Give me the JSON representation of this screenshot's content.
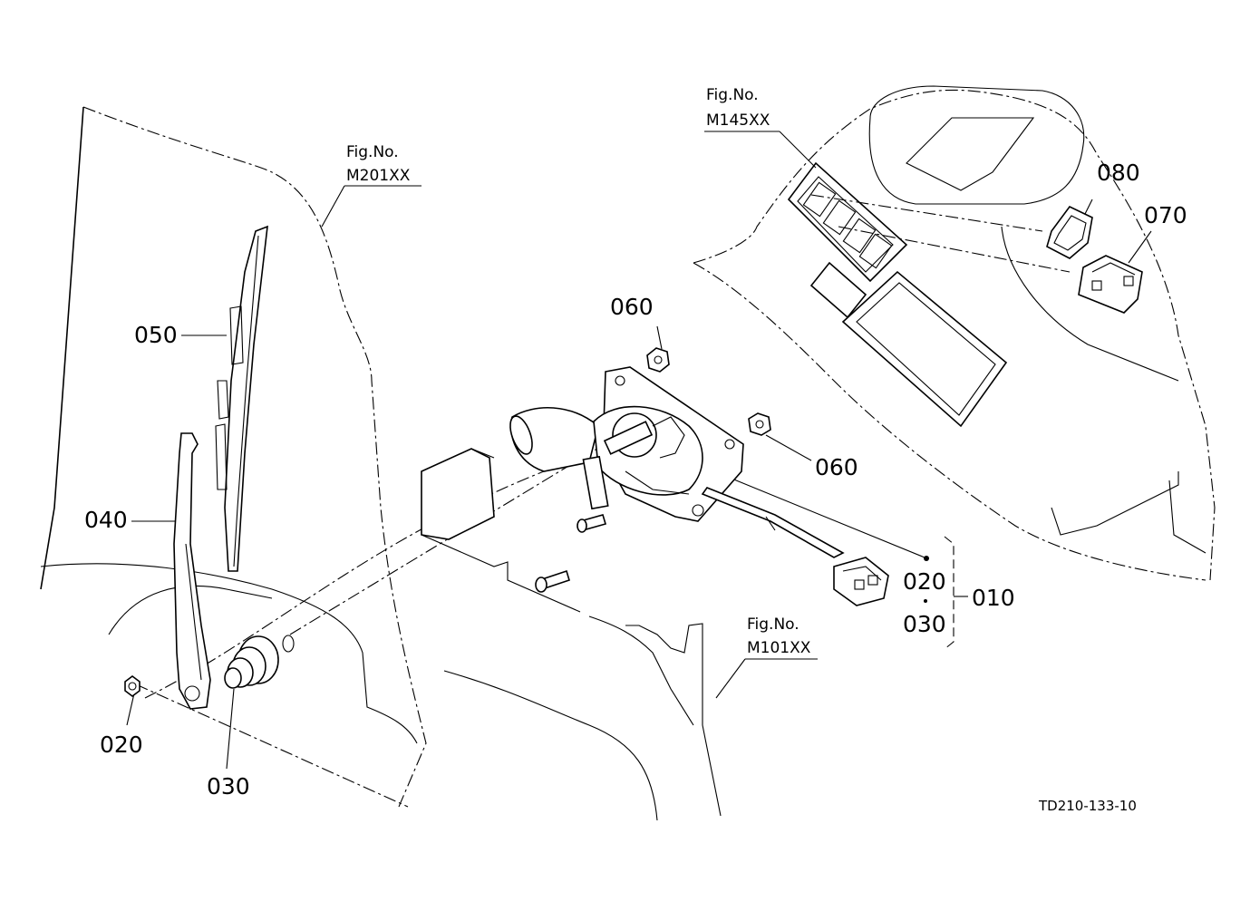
{
  "callouts": {
    "c010": "010",
    "c020_bracket": "020",
    "c030_bracket": "030",
    "c020": "020",
    "c030": "030",
    "c040": "040",
    "c050": "050",
    "c060_top": "060",
    "c060_right": "060",
    "c070": "070",
    "c080": "080"
  },
  "figure_refs": {
    "m201": {
      "label": "Fig.No.",
      "number": "M201XX"
    },
    "m145": {
      "label": "Fig.No.",
      "number": "M145XX"
    },
    "m101": {
      "label": "Fig.No.",
      "number": "M101XX"
    }
  },
  "drawing_code": "TD210-133-10"
}
